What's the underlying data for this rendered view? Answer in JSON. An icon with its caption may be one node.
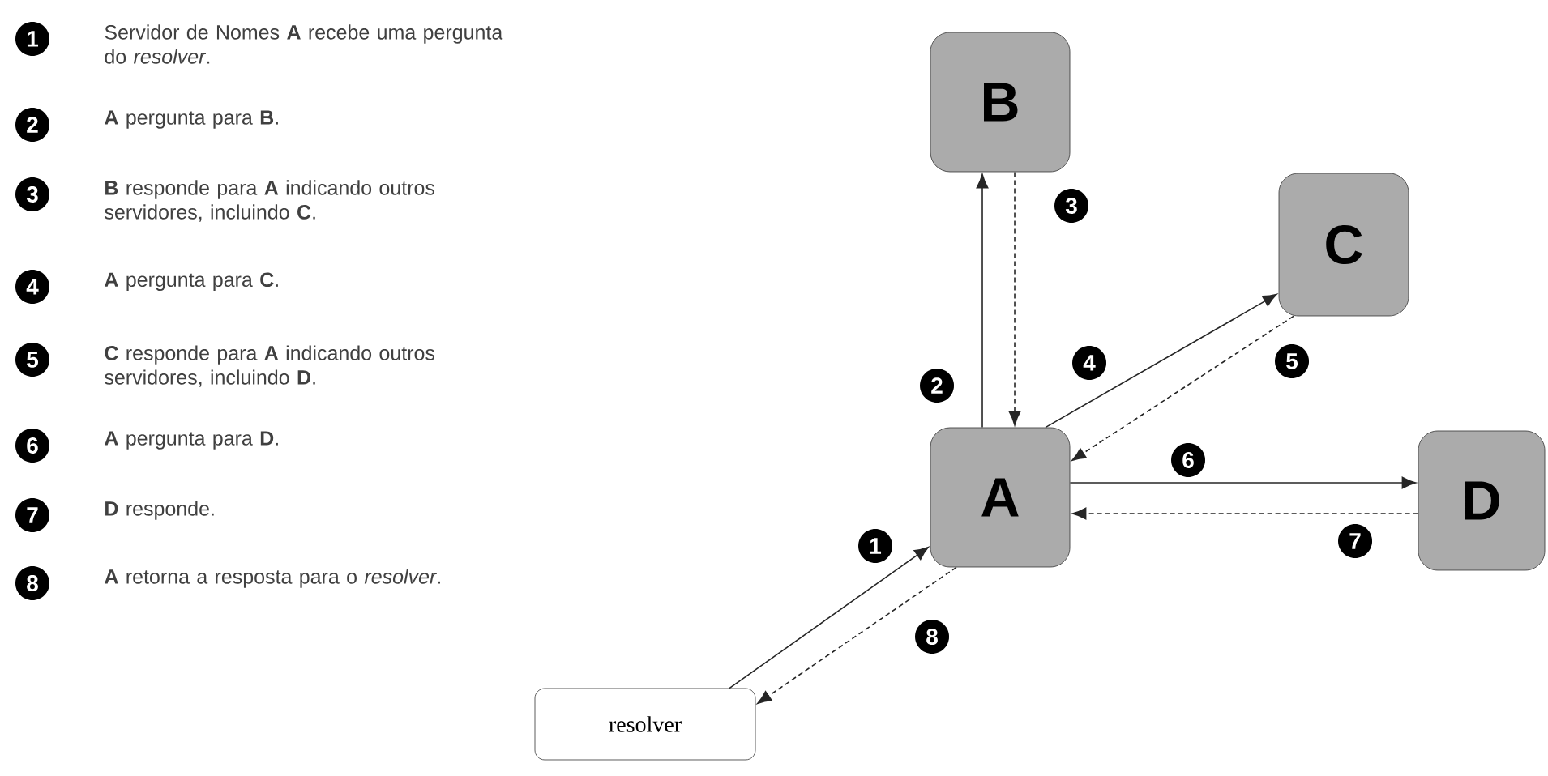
{
  "diagram": {
    "nodes": [
      {
        "text": [
          "A"
        ]
      },
      {
        "text": [
          "B"
        ]
      },
      {
        "text": [
          "C"
        ]
      },
      {
        "text": [
          "D"
        ]
      },
      {
        "text": [
          "resolver"
        ]
      }
    ],
    "edges": [
      {
        "from": 4,
        "to": 0,
        "arrow": "to",
        "label": "1"
      },
      {
        "from": 0,
        "to": 1,
        "arrow": "to",
        "label": "2"
      },
      {
        "from": 1,
        "to": 0,
        "arrow": "to",
        "label": "3",
        "style": "dashed"
      },
      {
        "from": 0,
        "to": 2,
        "arrow": "to",
        "label": "4"
      },
      {
        "from": 2,
        "to": 0,
        "arrow": "to",
        "label": "5",
        "style": "dashed"
      },
      {
        "from": 0,
        "to": 3,
        "arrow": "to",
        "label": "6"
      },
      {
        "from": 3,
        "to": 0,
        "arrow": "to",
        "label": "7",
        "style": "dashed"
      },
      {
        "from": 0,
        "to": 4,
        "arrow": "to",
        "label": "8",
        "style": "dashed"
      }
    ],
    "labels": [
      "1",
      "Servidor de Nomes **A** recebe uma pergunta do *resolver*.",
      "2",
      "**A** pergunta para **B**.",
      "3",
      "**B** responde para **A** indicando outros servidores, incluindo **C**.",
      "4",
      "**A** pergunta para **C**.",
      "5",
      "**C** responde para **A** indicando outros servidores, incluindo **D**.",
      "6",
      "**A** pergunta para **D**.",
      "7",
      "**D** responde.",
      "8",
      "**A** retorna a resposta para o *resolver*."
    ]
  }
}
